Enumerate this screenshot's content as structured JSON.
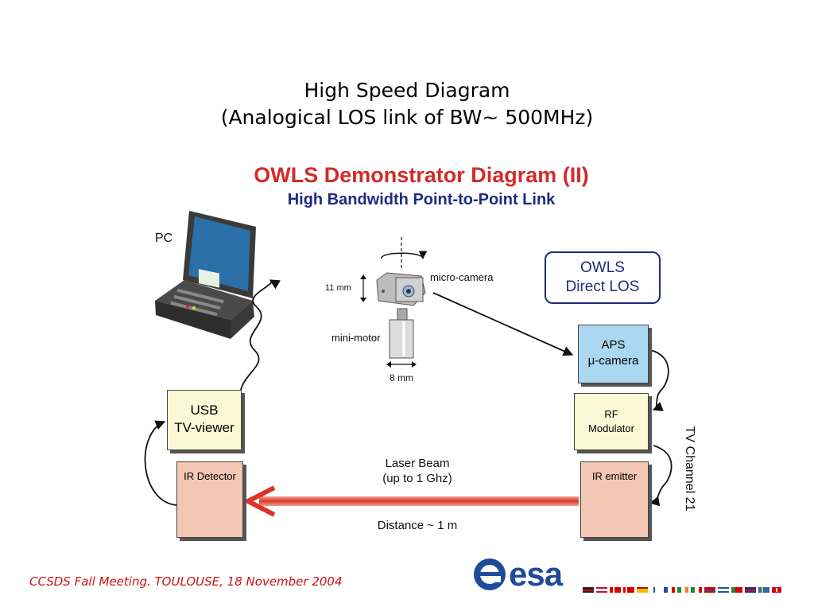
{
  "slide": {
    "title_line1": "High Speed Diagram",
    "title_line2": "(Analogical LOS link of BW~ 500MHz)",
    "footer": "CCSDS Fall  Meeting. TOULOUSE, 18 November 2004"
  },
  "diagram": {
    "title": "OWLS Demonstrator Diagram  (II)",
    "subtitle": "High Bandwidth Point-to-Point Link",
    "pc_label": "PC",
    "dim_11mm": "11 mm",
    "micro_camera": "micro-camera",
    "mini_motor": "mini-motor",
    "dim_8mm": "8 mm",
    "owls_line1": "OWLS",
    "owls_line2": "Direct LOS",
    "aps_line1": "APS",
    "aps_line2": "μ-camera",
    "rf_line1": "RF",
    "rf_line2": "Modulator",
    "tv_channel": "TV Channel 21",
    "usb_line1": "USB",
    "usb_line2": "TV-viewer",
    "ir_detector": "IR Detector",
    "ir_emitter": "IR emitter",
    "laser_line1": "Laser Beam",
    "laser_line2": "(up to 1 Ghz)",
    "distance": "Distance ~ 1 m"
  },
  "logo": {
    "text": "esa"
  },
  "colors": {
    "title_red": "#d22a2a",
    "subtitle_blue": "#1f2a80",
    "box_yellow": "#fbf8d6",
    "box_salmon": "#f4c7b4",
    "box_blue": "#aad8f2",
    "laser_red": "#e04030",
    "esa_blue": "#1f4a9a"
  }
}
